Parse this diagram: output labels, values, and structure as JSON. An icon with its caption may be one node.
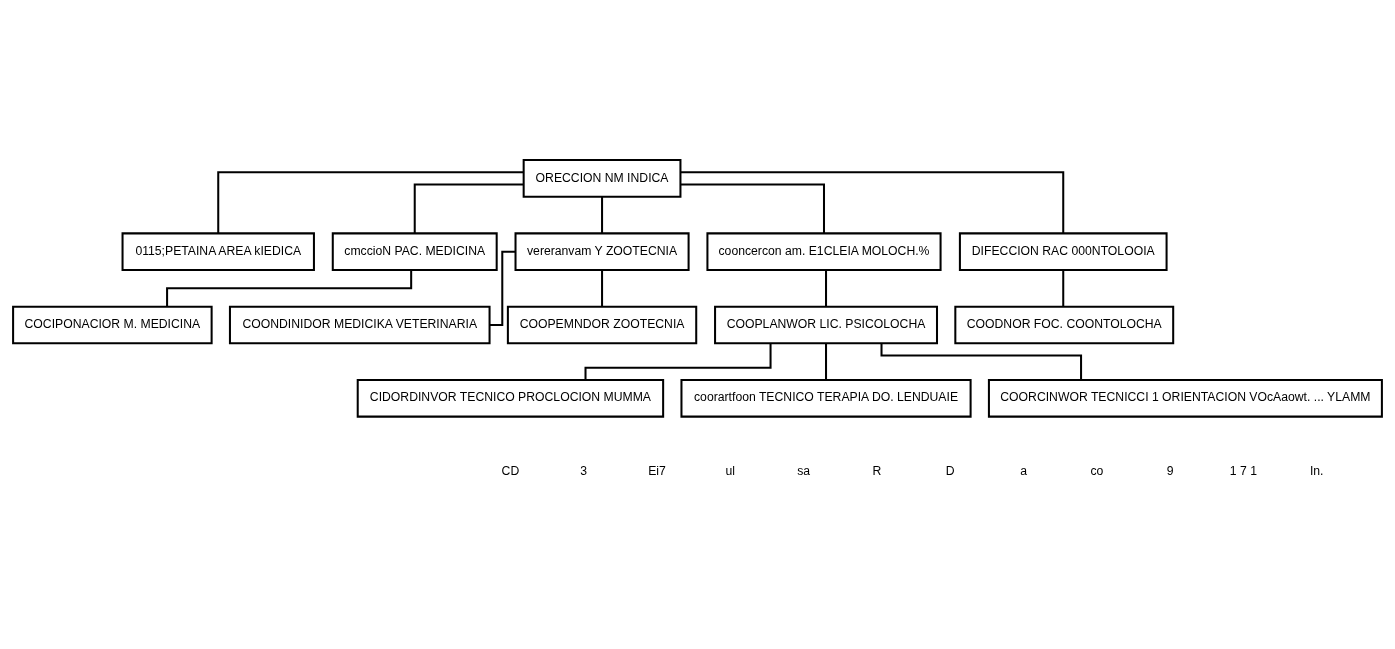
{
  "diagram": {
    "nodes": [
      {
        "text": [
          "ORECCION NM INDICA"
        ]
      },
      {
        "text": [
          "0115;PETAINA AREA kIEDICA"
        ]
      },
      {
        "text": [
          "cmccioN PAC. MEDICINA"
        ]
      },
      {
        "text": [
          "vereranvam Y ZOOTECNIA"
        ]
      },
      {
        "text": [
          "cooncercon am. E1CLEIA MOLOCH.%"
        ]
      },
      {
        "text": [
          "DIFECCION RAC 000NTOLOOIA"
        ]
      },
      {
        "text": [
          "COCIPONACIOR M. MEDICINA"
        ]
      },
      {
        "text": [
          "COONDINIDOR MEDICIKA VETERINARIA"
        ]
      },
      {
        "text": [
          "COOPEMNDOR ZOOTECNIA"
        ]
      },
      {
        "text": [
          "COOPLANWOR LIC. PSICOLOCHA"
        ]
      },
      {
        "text": [
          "COODNOR FOC. COONTOLOCHA"
        ]
      },
      {
        "text": [
          "CIDORDINVOR TECNICO PROCLOCION MUMMA"
        ]
      },
      {
        "text": [
          "coorartfoon TECNICO TERAPIA DO. LENDUAIE"
        ]
      },
      {
        "text": [
          "COORCINWOR TECNICCI 1 ORIENTACION VOcAaowt. ... YLAMM"
        ]
      }
    ],
    "edges": [
      {
        "from": 0,
        "to": 1,
        "arrow": "none"
      },
      {
        "from": 0,
        "to": 2,
        "arrow": "none"
      },
      {
        "from": 0,
        "to": 3,
        "arrow": "none"
      },
      {
        "from": 0,
        "to": 4,
        "arrow": "none"
      },
      {
        "from": 0,
        "to": 5,
        "arrow": "none"
      },
      {
        "from": 2,
        "to": 6,
        "arrow": "none"
      },
      {
        "from": 3,
        "to": 7,
        "arrow": "none"
      },
      {
        "from": 3,
        "to": 8,
        "arrow": "none"
      },
      {
        "from": 4,
        "to": 9,
        "arrow": "none"
      },
      {
        "from": 5,
        "to": 10,
        "arrow": "none"
      },
      {
        "from": 9,
        "to": 11,
        "arrow": "none"
      },
      {
        "from": 9,
        "to": 12,
        "arrow": "none"
      },
      {
        "from": 9,
        "to": 13,
        "arrow": "none"
      }
    ],
    "labels": [
      "CD",
      "3",
      "Ei7",
      "ul",
      "sa",
      "R",
      "D",
      "a",
      "co",
      "9",
      "1 7 1",
      "In."
    ]
  }
}
